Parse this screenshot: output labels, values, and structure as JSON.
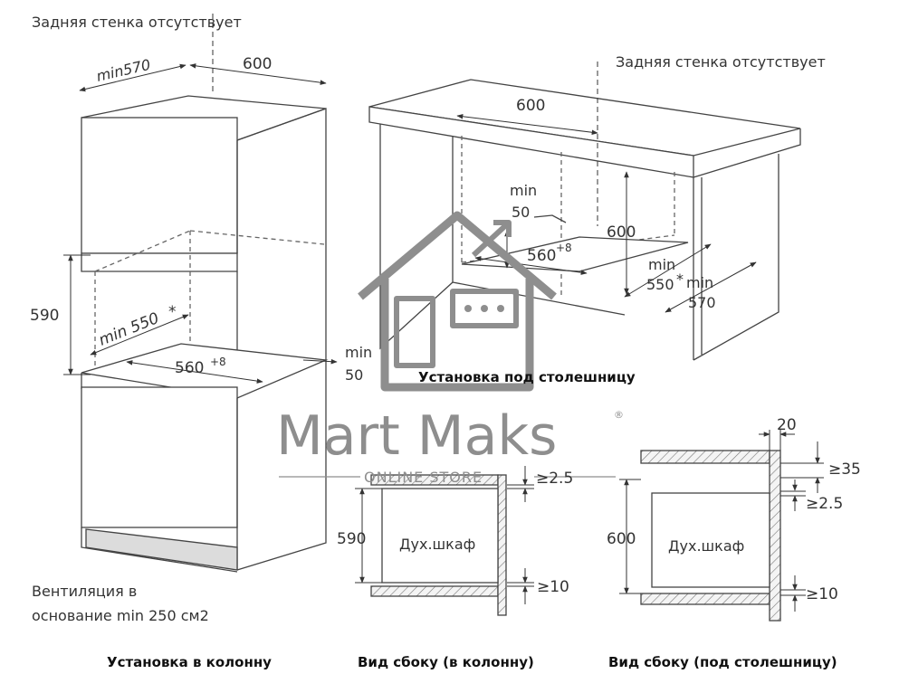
{
  "labels": {
    "rear_wall_missing_left": "Задняя стенка отсутствует",
    "rear_wall_missing_right": "Задняя стенка отсутствует",
    "ventilation_line1": "Вентиляция в",
    "ventilation_line2": "основание min 250 см2"
  },
  "column_install": {
    "title": "Установка в колонну",
    "dim_depth_min": "min570",
    "dim_width": "600",
    "dim_height": "590",
    "dim_depth_550": "min 550",
    "dim_opening_width": "560",
    "dim_opening_tol": "+8",
    "dim_gap_min": "min",
    "dim_gap_value": "50",
    "star": "*"
  },
  "under_counter_install": {
    "title": "Установка под столешницу",
    "dim_width": "600",
    "dim_gap_min": "min",
    "dim_gap_value": "50",
    "dim_height": "600",
    "dim_opening_width": "560",
    "dim_opening_tol": "+8",
    "dim_depth_min": "min",
    "dim_depth_550": "550",
    "star": "*",
    "dim_depth_570_min": "min",
    "dim_depth_570": "570"
  },
  "side_view_column": {
    "title": "Вид сбоку (в колонну)",
    "box_label": "Дух.шкаф",
    "dim_height": "590",
    "dim_top_gap": "≥2.5",
    "dim_bottom_gap": "≥10"
  },
  "side_view_counter": {
    "title": "Вид сбоку (под столешницу)",
    "box_label": "Дух.шкаф",
    "dim_height": "600",
    "dim_side": "20",
    "dim_top_gap": "≥35",
    "dim_inner_gap": "≥2.5",
    "dim_bottom_gap": "≥10"
  },
  "watermark": {
    "brand": "Mart Maks",
    "registered": "®",
    "tagline": "ONLINE STORE"
  }
}
